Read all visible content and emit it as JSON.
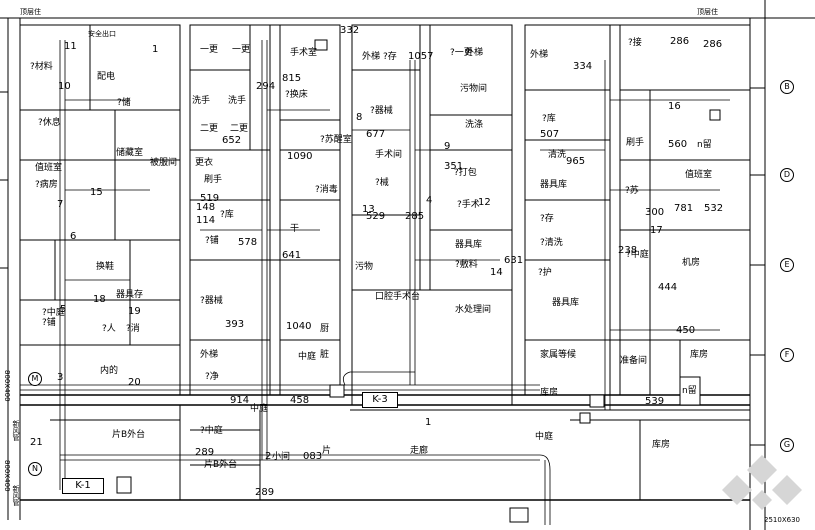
{
  "drawing": {
    "title_top_left": "顶层住",
    "title_top_right": "顶层住",
    "ducts": {
      "k1": "K-1",
      "k3": "K-3",
      "right_duct": "2510X630",
      "left_duct_1": "800X400",
      "left_duct_2": "800X400",
      "left_label_1": "新风管",
      "left_label_2": "新风管"
    },
    "axes": {
      "right": [
        "B",
        "D",
        "E",
        "F",
        "G"
      ],
      "left": [
        "M",
        "N"
      ]
    },
    "corridor_label": "走廊",
    "corridor_number": "1",
    "numbers_main": [
      "1",
      "15",
      "10",
      "6",
      "7",
      "5",
      "18",
      "19",
      "3",
      "20",
      "21",
      "12",
      "13",
      "14",
      "16",
      "17",
      "2",
      "4",
      "8",
      "9",
      "11"
    ],
    "callouts": {
      "n332": "332",
      "n1057": "1057",
      "n815": "815",
      "n294": "294",
      "n652": "652",
      "n1090": "1090",
      "n677": "677",
      "n519": "519",
      "n148": "148",
      "n114": "114",
      "n578": "578",
      "n641": "641",
      "n529": "529",
      "n285": "285",
      "n351": "351",
      "n631": "631",
      "n393": "393",
      "n1040": "1040",
      "n914": "914",
      "n458": "458",
      "n289a": "289",
      "n289b": "289",
      "n083": "083",
      "n334": "334",
      "n286a": "286",
      "n286b": "286",
      "n507": "507",
      "n965": "965",
      "n560": "560",
      "n300": "300",
      "n781": "781",
      "n532": "532",
      "n238": "238",
      "n444": "444",
      "n450": "450",
      "n539": "539"
    },
    "rooms": {
      "r1": "安全出口",
      "r2": "?材料",
      "r3": "配电",
      "r4": "?休息",
      "r5": "?储",
      "r6": "储藏室",
      "r7": "被服间",
      "r8": "值班室",
      "r9": "?病房",
      "r10": "一更",
      "r11": "二更",
      "r12": "洗手",
      "r13": "手术室",
      "r14": "更衣",
      "r15": "刷手",
      "r16": "?换床",
      "r17": "?苏醒室",
      "r18": "?消毒",
      "r19": "中庭",
      "r20": "外梯",
      "r21": "?铺",
      "r22": "?库",
      "r23": "?净",
      "r24": "?器械",
      "r25": "中庭",
      "r26": "外梯",
      "r27": "?器械",
      "r28": "?存",
      "r29": "器具库",
      "r30": "器具库",
      "r31": "?械",
      "r32": "?打包",
      "r33": "?手术",
      "r34": "?敷料",
      "r35": "?存",
      "r36": "?清洗",
      "r37": "外梯",
      "r38": "家属等候",
      "r39": "库房",
      "r40": "中庭",
      "r41": "?接",
      "r42": "外梯",
      "r43": "污物间",
      "r44": "手术间",
      "r45": "洗涤",
      "r46": "?一更",
      "r47": "污物",
      "r48": "口腔手术台",
      "r49": "水处理间",
      "r50": "清洗",
      "r51": "片",
      "r52": "厨",
      "r53": "换鞋",
      "r54": "?人",
      "r55": "?消",
      "r56": "器具存",
      "r57": "?库",
      "r58": "器具库",
      "r59": "?护",
      "r60": "?苏",
      "r61": "n留",
      "r62": "?中庭",
      "r63": "n留",
      "r64": "值班室",
      "r65": "机房",
      "r66": "库房",
      "r67": "准备间",
      "r68": "刷手",
      "r69": "库房",
      "r70": "片B外台",
      "r71": "?中庭",
      "r72": "片B外台",
      "r73": "内的",
      "r74": "?铺",
      "r75": "干",
      "r76": "?中庭",
      "r77": "脏",
      "r78": "小间"
    }
  }
}
